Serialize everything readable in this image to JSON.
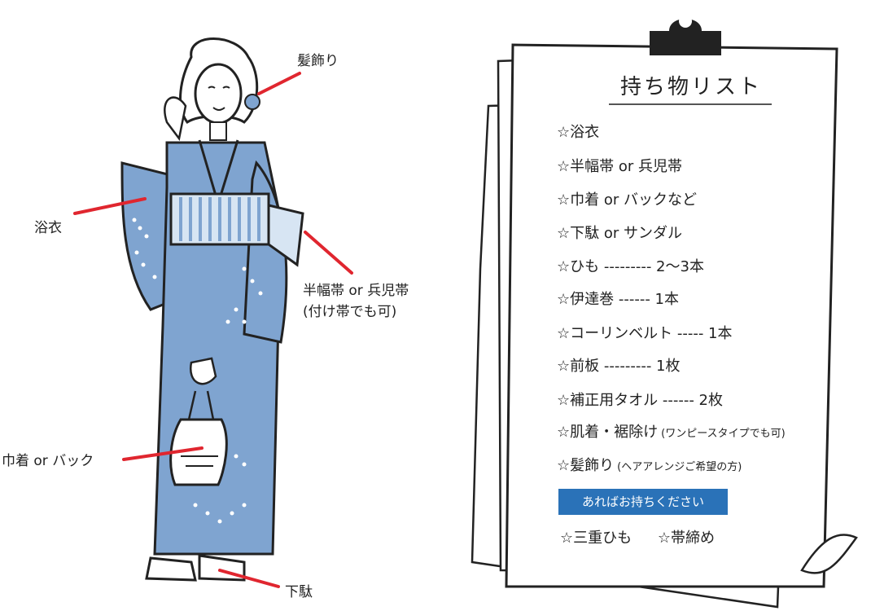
{
  "figure_labels": {
    "hair_ornament": "髪飾り",
    "yukata": "浴衣",
    "obi_line1": "半幅帯 or 兵児帯",
    "obi_line2": "(付け帯でも可)",
    "bag": "巾着 or バック",
    "geta": "下駄"
  },
  "checklist": {
    "title": "持ち物リスト",
    "items": [
      {
        "text": "☆浴衣",
        "note": ""
      },
      {
        "text": "☆半幅帯 or 兵児帯",
        "note": ""
      },
      {
        "text": "☆巾着 or バックなど",
        "note": ""
      },
      {
        "text": "☆下駄 or サンダル",
        "note": ""
      },
      {
        "text": "☆ひも --------- 2～3本",
        "note": ""
      },
      {
        "text": "☆伊達巻 ------ 1本",
        "note": ""
      },
      {
        "text": "☆コーリンベルト ----- 1本",
        "note": ""
      },
      {
        "text": "☆前板 --------- 1枚",
        "note": ""
      },
      {
        "text": "☆補正用タオル ------ 2枚",
        "note": ""
      },
      {
        "text": "☆肌着・裾除け",
        "note": "(ワンピースタイプでも可)"
      },
      {
        "text": "☆髪飾り",
        "note": "(ヘアアレンジご希望の方)"
      }
    ],
    "optional_badge": "あればお持ちください",
    "optional_items": [
      "☆三重ひも",
      "☆帯締め"
    ]
  },
  "colors": {
    "yukata_blue": "#7fa4d0",
    "leader_red": "#e0262f",
    "badge_blue": "#2a72b8"
  }
}
